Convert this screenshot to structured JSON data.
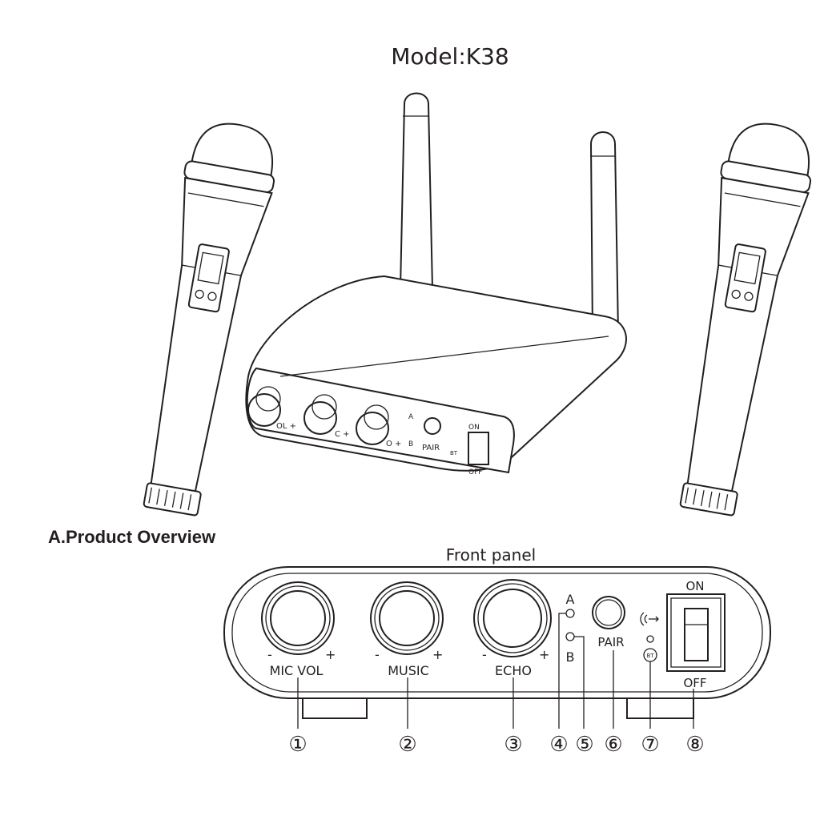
{
  "title": "Model:K38",
  "section_heading": "A.Product Overview",
  "front_panel": {
    "label": "Front panel",
    "knobs": [
      {
        "label": "MIC VOL",
        "minus": "-",
        "plus": "+"
      },
      {
        "label": "MUSIC",
        "minus": "-",
        "plus": "+"
      },
      {
        "label": "ECHO",
        "minus": "-",
        "plus": "+"
      }
    ],
    "led_a": "A",
    "led_b": "B",
    "pair": "PAIR",
    "bt": "BT",
    "switch_on": "ON",
    "switch_off": "OFF",
    "callouts": [
      "①",
      "②",
      "③",
      "④",
      "⑤",
      "⑥",
      "⑦",
      "⑧"
    ]
  },
  "receiver_3d": {
    "knob_labels": [
      "OL +",
      "C +",
      "O +"
    ],
    "led_a": "A",
    "led_b": "B",
    "pair": "PAIR",
    "bt": "BT",
    "switch_on": "ON",
    "switch_off": "OFF"
  },
  "icons": [
    "microphone-left",
    "microphone-right",
    "receiver",
    "antenna",
    "wireless-signal-icon",
    "bluetooth-icon"
  ]
}
